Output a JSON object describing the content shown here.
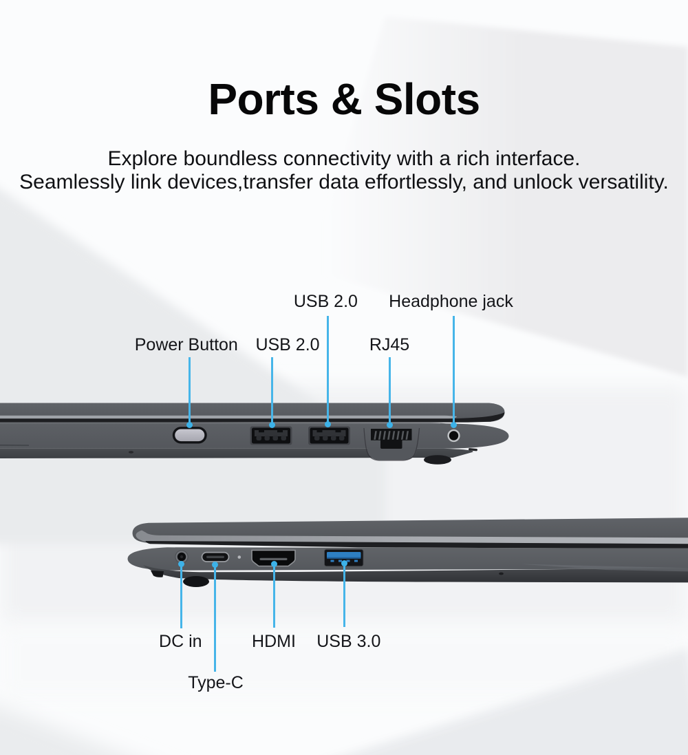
{
  "page": {
    "title": "Ports & Slots",
    "subtitle_line1": "Explore boundless connectivity with a rich interface.",
    "subtitle_line2": "Seamlessly link devices,transfer data effortlessly, and unlock versatility."
  },
  "colors": {
    "accent_blue": "#46b5e9",
    "usb3_blue": "#2e7fc2",
    "text": "#141519",
    "laptop_gray": "#5d6065"
  },
  "top_view": {
    "description": "laptop right side view",
    "callouts": [
      {
        "label": "Power Button"
      },
      {
        "label": "USB 2.0"
      },
      {
        "label": "USB 2.0"
      },
      {
        "label": "RJ45"
      },
      {
        "label": "Headphone jack"
      }
    ]
  },
  "bottom_view": {
    "description": "laptop left side view",
    "callouts": [
      {
        "label": "DC in"
      },
      {
        "label": "Type-C"
      },
      {
        "label": "HDMI"
      },
      {
        "label": "USB 3.0"
      }
    ]
  }
}
